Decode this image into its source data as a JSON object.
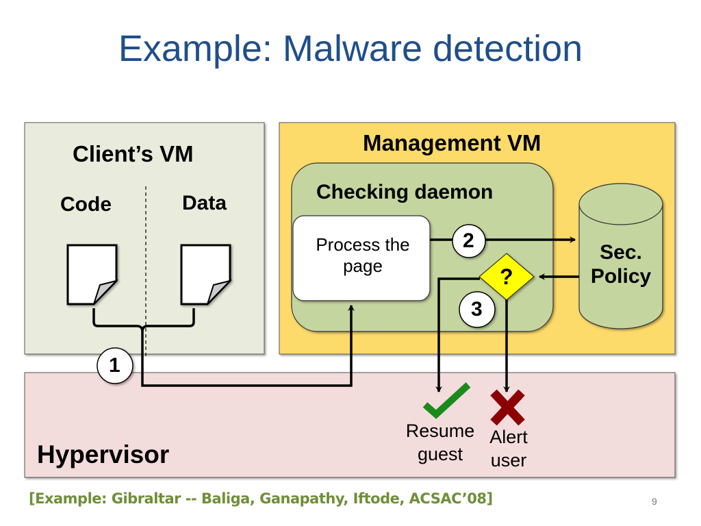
{
  "slide": {
    "title": "Example: Malware detection",
    "citation": "[Example: Gibraltar -- Baliga, Ganapathy, Iftode, ACSAC’08]",
    "page_number": "9"
  },
  "diagram": {
    "client_vm": {
      "label": "Client’s VM",
      "code_label": "Code",
      "data_label": "Data",
      "color": "#e9ecdc"
    },
    "management_vm": {
      "label": "Management VM",
      "color": "#fddb6b"
    },
    "checking_daemon": {
      "label": "Checking daemon",
      "color": "#c5d59f"
    },
    "process_box": {
      "line1": "Process the",
      "line2": "page"
    },
    "policy": {
      "line1": "Sec.",
      "line2": "Policy"
    },
    "decision": {
      "label": "?",
      "color": "#ffff00"
    },
    "steps": [
      "1",
      "2",
      "3"
    ],
    "hypervisor": {
      "label": "Hypervisor",
      "color": "#f3dcdc"
    },
    "outcomes": {
      "resume": {
        "line1": "Resume",
        "line2": "guest",
        "icon": "checkmark-icon",
        "color": "#1a8a1a"
      },
      "alert": {
        "line1": "Alert",
        "line2": "user",
        "icon": "cross-icon",
        "color": "#8b0000"
      }
    }
  }
}
